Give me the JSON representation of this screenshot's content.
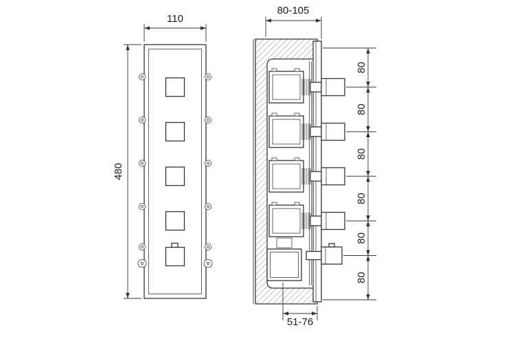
{
  "labels": {
    "front_width": "110",
    "front_height": "480",
    "depth_range": "80-105",
    "bottom_range": "51-76",
    "spacing": [
      "80",
      "80",
      "80",
      "80",
      "80",
      "80"
    ]
  },
  "colors": {
    "line": "#333333",
    "hatch": "#8a8a8a",
    "background": "#ffffff"
  }
}
